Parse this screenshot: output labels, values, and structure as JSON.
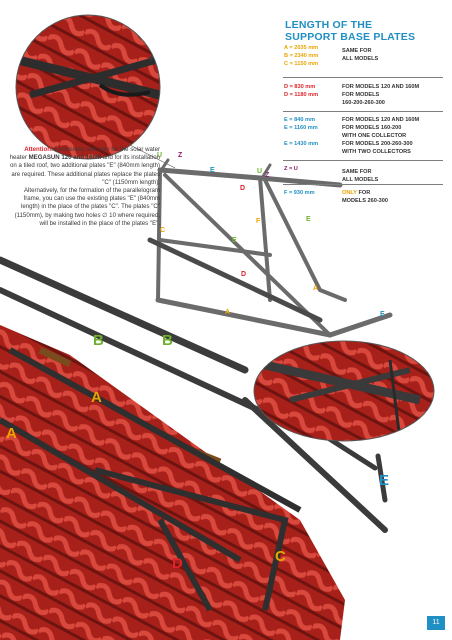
{
  "title": {
    "line1": "LENGTH OF THE",
    "line2": "SUPPORT BASE PLATES"
  },
  "specs": [
    {
      "key": "A = 2035 mm",
      "color": "#e8a400"
    },
    {
      "key": "B = 2340 mm",
      "color": "#e8a400"
    },
    {
      "key": "C = 1150 mm",
      "color": "#e8a400"
    },
    {
      "key": "D =  830 mm",
      "color": "#e0222a"
    },
    {
      "key": "D = 1180 mm",
      "color": "#e0222a"
    },
    {
      "key": "E =  840 mm",
      "color": "#1f8fc4"
    },
    {
      "key": "E = 1160 mm",
      "color": "#1f8fc4"
    },
    {
      "key": "E = 1430 mm",
      "color": "#1f8fc4"
    },
    {
      "key": "Z = U",
      "color": "#8b1b6b"
    },
    {
      "key": "F =  930 mm",
      "color": "#1f8fc4"
    }
  ],
  "spec_values": {
    "abc": [
      "SAME FOR",
      "ALL MODELS"
    ],
    "d": [
      "FOR MODELS 120 AND 160M",
      "FOR MODELS",
      "160-200-260-300"
    ],
    "e": [
      "FOR MODELS 120 AND 160M",
      "FOR MODELS 160-200",
      "WITH ONE COLLECTOR",
      "FOR MODELS 200-260-300",
      "WITH TWO COLLECTORS"
    ],
    "zu": [
      "SAME FOR",
      "ALL MODELS"
    ],
    "f_only": "ONLY",
    "f_rest": " FOR",
    "f_line2": "MODELS 260-300"
  },
  "attention": {
    "label": "Attention:",
    "p1": " Exclusively and only for the solar water heater ",
    "models": "MEGASUN 120 and 160M",
    "p2": " and for its installation on a tiled roof, two additional plates \"E\" (840mm length) are required. These additional plates replace the plates \"C\" (1150mm length).",
    "p3": "Alternatively, for the formation of the parallelogram frame, you can use the existing plates \"E\" (840mm length) in the place of the plates \"C\". The plates \"C\" (1150mm), by making two holes ∅ 10 where required, will be installed in the place of the plates \"E\"."
  },
  "frame_labels": {
    "u1": "U",
    "z1": "Z",
    "u2": "U",
    "z2": "Z",
    "e1": "E",
    "e2": "E",
    "e3": "E",
    "d1": "D",
    "d2": "D",
    "c": "C",
    "f": "F",
    "a1": "A",
    "a2": "A"
  },
  "big_labels": {
    "b1": "B",
    "b2": "B",
    "a1": "A",
    "a2": "A",
    "d": "D",
    "c": "C",
    "e": "E"
  },
  "colors": {
    "title": "#1f8fc4",
    "orange": "#e8a400",
    "red": "#e0222a",
    "blue": "#1f8fc4",
    "green": "#6fb12f",
    "purple": "#8b1b6b",
    "tile": "#a8201a"
  },
  "page_number": "11"
}
